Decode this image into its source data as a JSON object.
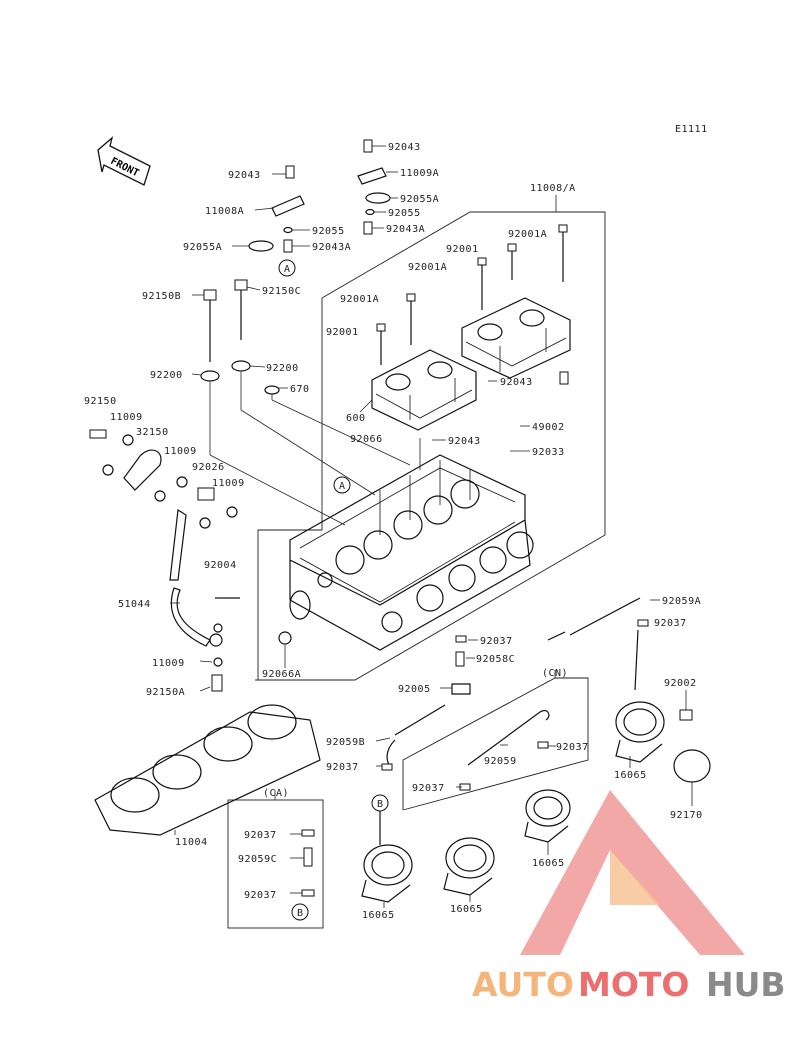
{
  "diagram_code": "E1111",
  "front_label": "FRONT",
  "labels": {
    "p92043_top": "92043",
    "p11009a_top": "11009A",
    "p92055a_top": "92055A",
    "p92055_top": "92055",
    "p92043a_top": "92043A",
    "p92043_left": "92043",
    "p11008a": "11008A",
    "p92055_left": "92055",
    "p92055a_left": "92055A",
    "p92043a_left": "92043A",
    "p11008_a": "11008/A",
    "p92001a_1": "92001A",
    "p92001_1": "92001",
    "p92001a_2": "92001A",
    "p92001a_3": "92001A",
    "p92001_2": "92001",
    "p92150b": "92150B",
    "p92150c": "92150C",
    "p92200_l": "92200",
    "p92200_r": "92200",
    "p670": "670",
    "p600": "600",
    "p92043_mid": "92043",
    "p92043_right": "92043",
    "p92066": "92066",
    "p49002": "49002",
    "p92033": "92033",
    "p92150": "92150",
    "p11009_1": "11009",
    "p32150": "32150",
    "p11009_2": "11009",
    "p92026": "92026",
    "p11009_3": "11009",
    "p92004": "92004",
    "p51044": "51044",
    "p11009_4": "11009",
    "p92066a": "92066A",
    "p92150a": "92150A",
    "p92059a": "92059A",
    "p92037_r": "92037",
    "p92037_m": "92037",
    "p92058c": "92058C",
    "p92005": "92005",
    "p92002": "92002",
    "p92059b": "92059B",
    "p92037_b": "92037",
    "p92059": "92059",
    "p92037_cn": "92037",
    "p92037_cn2": "92037",
    "p16065_r": "16065",
    "p92170": "92170",
    "p11004": "11004",
    "p92037_ca1": "92037",
    "p92059c": "92059C",
    "p92037_ca2": "92037",
    "p16065_m": "16065",
    "p16065_b1": "16065",
    "p16065_b2": "16065"
  },
  "markers": {
    "a1": "A",
    "a2": "A",
    "b1": "B",
    "b2": "B"
  },
  "groups": {
    "cn": "(CN)",
    "ca": "(CA)"
  },
  "watermark": {
    "part1": "AUTO",
    "part2": "MOTO",
    "part3": "HUB",
    "color_orange": "#f5b57a",
    "color_red": "#ec6e6e",
    "color_gray": "#8a8a8a"
  }
}
